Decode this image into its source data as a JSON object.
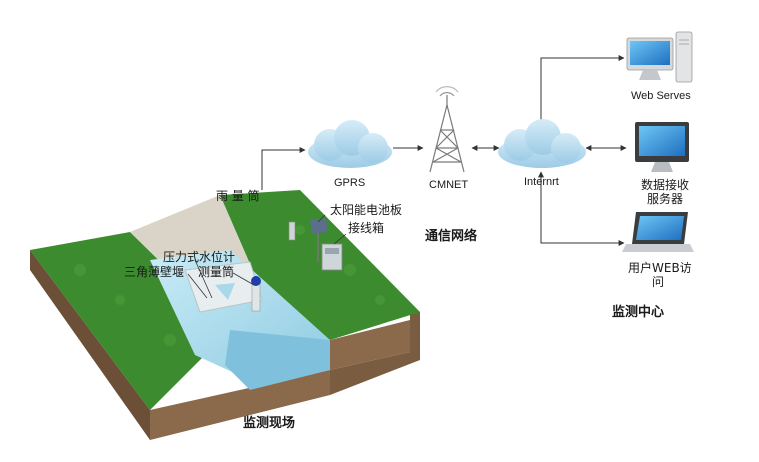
{
  "site": {
    "title": "监测现场",
    "rain_gauge": "雨 量 筒",
    "solar_panel": "太阳能电池板",
    "junction_box": "接线箱",
    "pressure_gauge": "压力式水位计",
    "weir": "三角薄壁堰",
    "measure_tube": "测量筒"
  },
  "network": {
    "gprs": "GPRS",
    "cmnet": "CMNET",
    "internet": "Internrt",
    "title": "通信网络"
  },
  "center": {
    "web_server": "Web Serves",
    "data_server_line1": "数据接收",
    "data_server_line2": "服务器",
    "user_web_line1": "用户WEB访",
    "user_web_line2": "问",
    "title": "监测中心"
  },
  "colors": {
    "grass": "#3d8b2f",
    "soil_front": "#8a6a4b",
    "soil_side": "#6b4f36",
    "water": "#a9d8ea",
    "cloud": "#b9dcef",
    "line": "#333333"
  }
}
